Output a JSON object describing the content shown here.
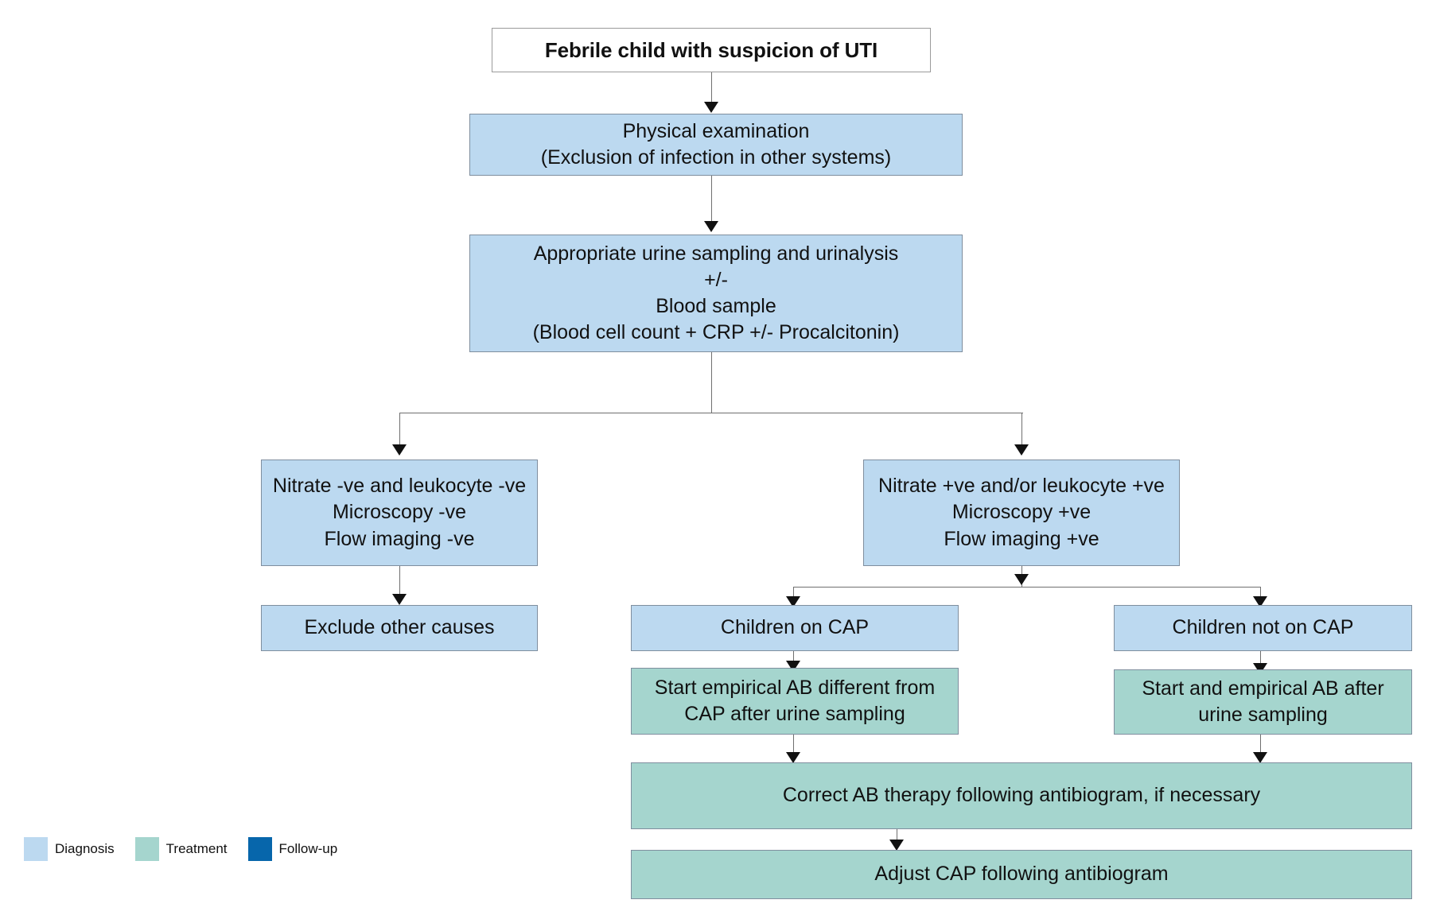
{
  "diagram": {
    "title": "Febrile child with suspicion of UTI",
    "type": "flowchart",
    "colors": {
      "diagnosis": "#bcd9f0",
      "treatment": "#a5d5ce",
      "followup": "#0766ab",
      "start_fill": "#ffffff",
      "box_border": "#7f8e9e",
      "connector": "#6f6f6f"
    },
    "nodes": {
      "start": "Febrile child with suspicion of UTI",
      "physical_exam": "Physical examination\n(Exclusion of infection in other systems)",
      "urine_sampling": "Appropriate urine sampling and urinalysis\n+/-\nBlood sample\n(Blood cell count + CRP +/- Procalcitonin)",
      "negative_result": "Nitrate -ve and leukocyte -ve\nMicroscopy -ve\nFlow imaging -ve",
      "positive_result": "Nitrate +ve and/or leukocyte +ve\nMicroscopy +ve\nFlow imaging +ve",
      "exclude_other": "Exclude other causes",
      "children_on_cap": "Children on CAP",
      "children_not_on_cap": "Children not on CAP",
      "start_ab_different": "Start empirical AB different from\nCAP after urine sampling",
      "start_ab_after": "Start and empirical AB after\nurine sampling",
      "correct_ab": "Correct AB therapy following antibiogram, if necessary",
      "adjust_cap": "Adjust CAP following antibiogram"
    }
  },
  "legend": {
    "items": [
      {
        "label": "Diagnosis",
        "color": "#bcd9f0"
      },
      {
        "label": "Treatment",
        "color": "#a5d5ce"
      },
      {
        "label": "Follow-up",
        "color": "#0766ab"
      }
    ]
  }
}
